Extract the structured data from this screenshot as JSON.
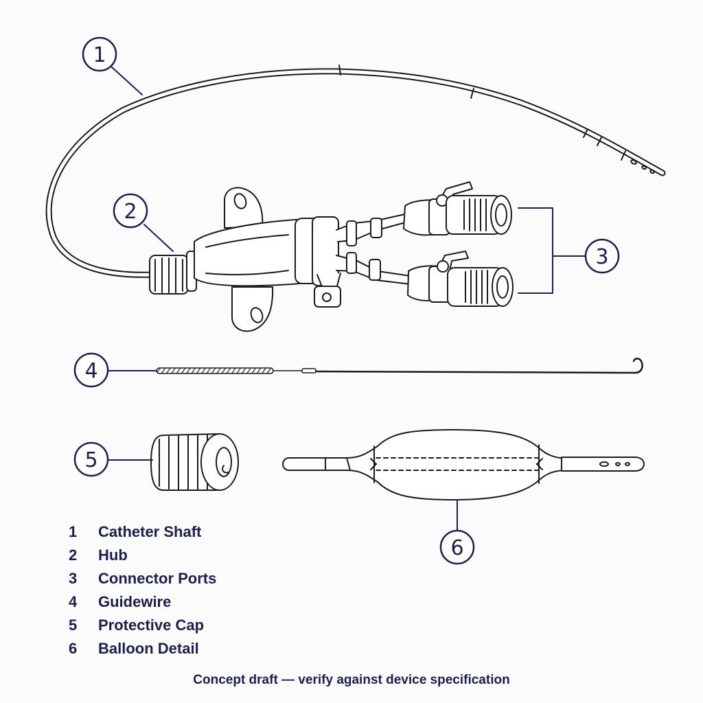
{
  "callouts": [
    {
      "number": "1",
      "label": "Catheter Shaft"
    },
    {
      "number": "2",
      "label": "Hub"
    },
    {
      "number": "3",
      "label": "Connector Ports"
    },
    {
      "number": "4",
      "label": "Guidewire"
    },
    {
      "number": "5",
      "label": "Protective Cap"
    },
    {
      "number": "6",
      "label": "Balloon Detail"
    }
  ],
  "footer_note": "Concept draft — verify against device specification",
  "colors": {
    "line": "#1a1a1a",
    "callout": "#1c1f4d",
    "background": "#fbfbfb"
  }
}
